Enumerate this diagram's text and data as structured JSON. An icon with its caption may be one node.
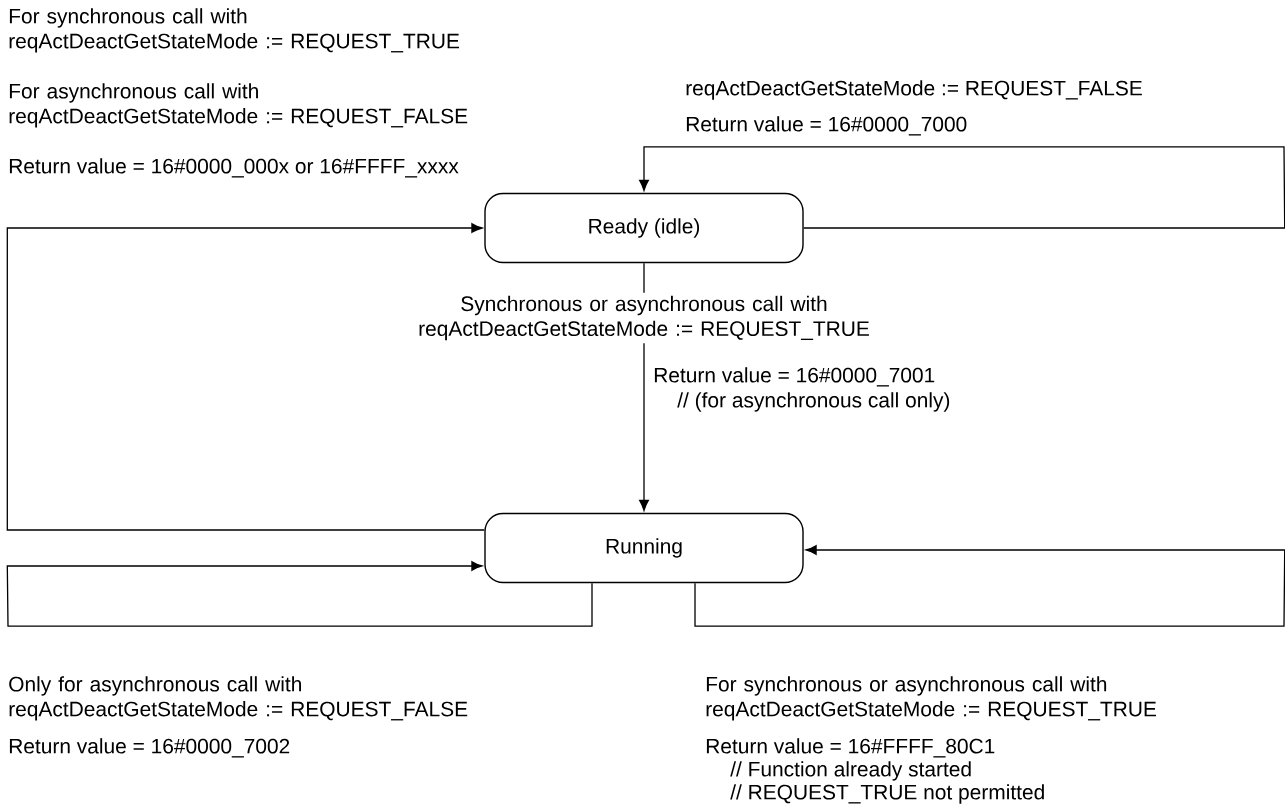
{
  "diagram": {
    "nodes": [
      {
        "text": [
          "Ready (idle)"
        ]
      },
      {
        "text": [
          "Running"
        ]
      }
    ],
    "edges": [
      {
        "from": 0,
        "to": 1,
        "arrow": "to",
        "label": "Synchronous or asynchronous call with reqActDeactGetStateMode := REQUEST_TRUE"
      },
      {
        "from": 1,
        "to": 0,
        "arrow": "to"
      },
      {
        "from": 0,
        "to": 0,
        "arrow": "to"
      },
      {
        "from": 1,
        "to": 1,
        "arrow": "to"
      },
      {
        "from": 1,
        "to": 1,
        "arrow": "to"
      }
    ],
    "labels": [
      "For synchronous call with reqActDeactGetStateMode := REQUEST_TRUE",
      "reqActDeactGetStateMode := REQUEST_FALSE",
      "For asynchronous call with reqActDeactGetStateMode := REQUEST_FALSE",
      "Return value = 16#0000_7000",
      "Return value = 16#0000_000x or 16#FFFF_xxxx",
      "Return value = 16#0000_7001",
      "// (for asynchronous call only)",
      "Only for asynchronous call with reqActDeactGetStateMode := REQUEST_FALSE",
      "For synchronous or asynchronous call with reqActDeactGetStateMode := REQUEST_TRUE",
      "Return value = 16#0000_7002",
      "Return value = 16#FFFF_80C1",
      "// Function already started",
      "// REQUEST_TRUE not permitted"
    ]
  }
}
